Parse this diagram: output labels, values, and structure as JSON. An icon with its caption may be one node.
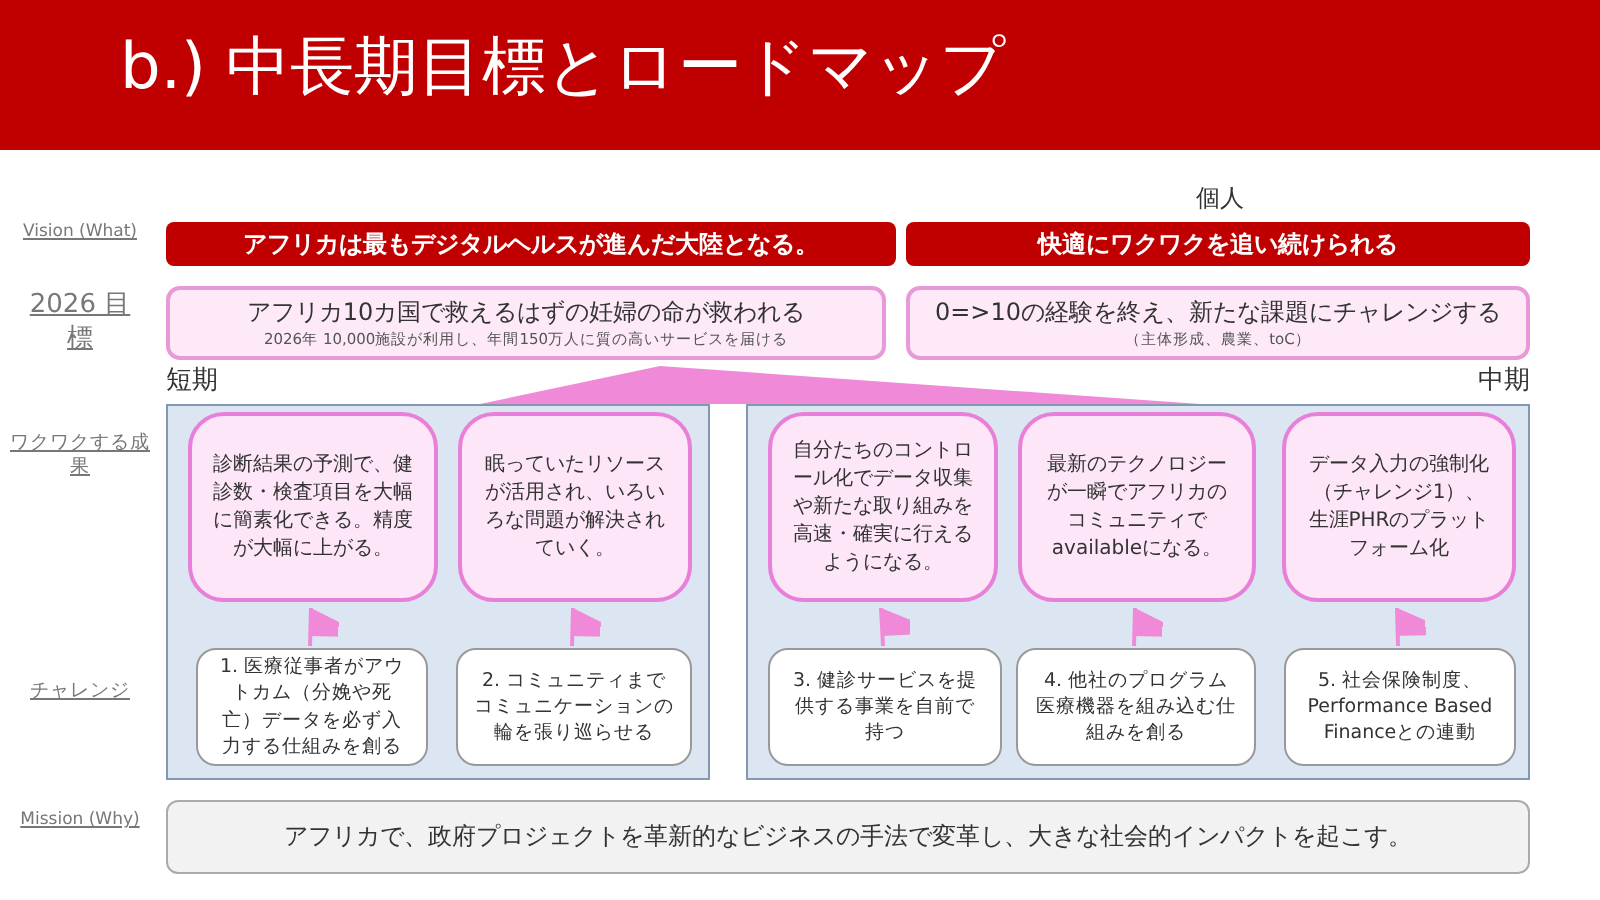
{
  "diagram": {
    "title": "b.) 中長期目標とロードマップ",
    "nodes": [
      {
        "text": [
          "アフリカは最もデジタルヘルスが進んだ大陸となる。"
        ]
      },
      {
        "text": [
          "快適にワクワクを追い続けられる"
        ]
      },
      {
        "text": [
          "アフリカ10カ国で救えるはずの妊婦の命が救われる",
          "2026年 10,000施設が利用し、年間150万人に質の高いサービスを届ける"
        ]
      },
      {
        "text": [
          "0=>10の経験を終え、新たな課題にチャレンジする",
          "（主体形成、農業、toC）"
        ]
      },
      {
        "text": [
          "短期"
        ]
      },
      {
        "text": [
          "診断結果の予測で、健診数・検査項目を大幅に簡素化できる。精度が大幅に上がる。"
        ],
        "in": 4
      },
      {
        "text": [
          "眠っていたリソースが活用され、いろいろな問題が解決されていく。"
        ],
        "in": 4
      },
      {
        "text": [
          "1. 医療従事者がアウトカム（分娩や死亡）データを必ず入力する仕組みを創る"
        ],
        "in": 4
      },
      {
        "text": [
          "2. コミュニティまでコミュニケーションの輪を張り巡らせる"
        ],
        "in": 4
      },
      {
        "text": [
          "中期"
        ]
      },
      {
        "text": [
          "自分たちのコントロール化でデータ収集や新たな取り組みを高速・確実に行えるようになる。"
        ],
        "in": 9
      },
      {
        "text": [
          "最新のテクノロジーが一瞬でアフリカのコミュニティでavailableになる。"
        ],
        "in": 9
      },
      {
        "text": [
          "データ入力の強制化（チャレンジ1）、生涯PHRのプラットフォーム化"
        ],
        "in": 9
      },
      {
        "text": [
          "3. 健診サービスを提供する事業を自前で持つ"
        ],
        "in": 9
      },
      {
        "text": [
          "4. 他社のプログラム医療機器を組み込む仕組みを創る"
        ],
        "in": 9
      },
      {
        "text": [
          "5. 社会保険制度、Performance Based Financeとの連動"
        ],
        "in": 9
      },
      {
        "text": [
          "アフリカで、政府プロジェクトを革新的なビジネスの手法で変革し、大きな社会的インパクトを起こす。"
        ]
      }
    ],
    "edges": [
      {
        "from": 7,
        "to": 5,
        "arrow": "to"
      },
      {
        "from": 8,
        "to": 6,
        "arrow": "to"
      },
      {
        "from": 13,
        "to": 10,
        "arrow": "to"
      },
      {
        "from": 14,
        "to": 11,
        "arrow": "to"
      },
      {
        "from": 15,
        "to": 12,
        "arrow": "to"
      }
    ],
    "labels": [
      "個人",
      "Vision (What)",
      "2026 目標",
      "ワクワクする成果",
      "チャレンジ",
      "Mission (Why)"
    ]
  }
}
